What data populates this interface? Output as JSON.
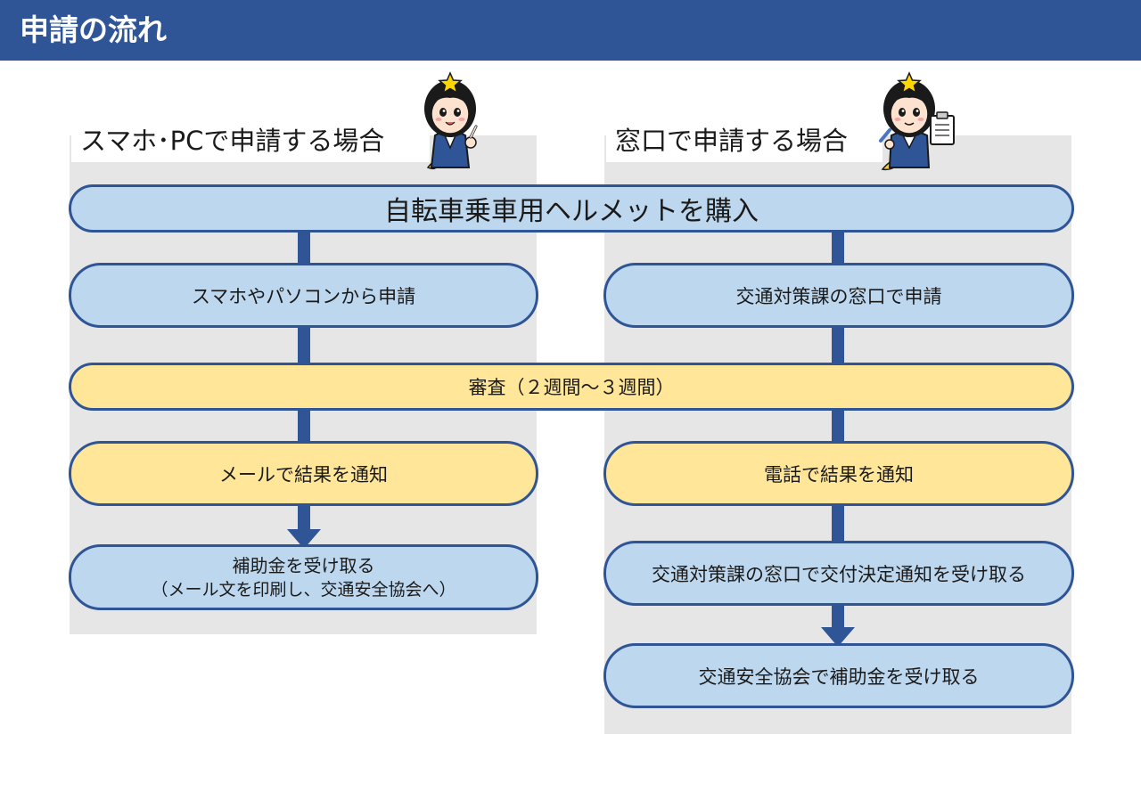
{
  "header": {
    "title": "申請の流れ"
  },
  "lanes": {
    "online": {
      "title": "スマホ･PCで申請する場合"
    },
    "counter": {
      "title": "窓口で申請する場合"
    }
  },
  "steps": {
    "purchase": "自転車乗車用ヘルメットを購入",
    "online_apply": "スマホやパソコンから申請",
    "counter_apply": "交通対策課の窓口で申請",
    "review": "審査（２週間～３週間）",
    "online_notify": "メールで結果を通知",
    "counter_notify": "電話で結果を通知",
    "online_receive": "補助金を受け取る",
    "online_receive_note": "（メール文を印刷し、交通安全協会へ）",
    "counter_decision": "交通対策課の窓口で交付決定通知を受け取る",
    "counter_receive": "交通安全協会で補助金を受け取る"
  },
  "colors": {
    "header": "#2f5597",
    "panel": "#e7e6e6",
    "blue_step": "#bdd7ee",
    "yellow_step": "#ffe699",
    "border": "#2f5597"
  }
}
